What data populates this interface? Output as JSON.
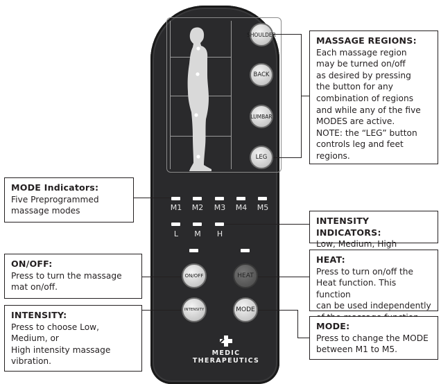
{
  "remote": {
    "buttons": {
      "shoulder": "SHOULDER",
      "back": "BACK",
      "lumbar": "LUMBAR",
      "leg": "LEG",
      "onoff": "ON/OFF",
      "heat": "HEAT",
      "intensity": "INTENSITY",
      "mode": "MODE"
    },
    "mode_labels": [
      "M1",
      "M2",
      "M3",
      "M4",
      "M5"
    ],
    "intensity_labels": [
      "L",
      "M",
      "H"
    ],
    "logo": {
      "line1": "MEDIC",
      "line2": "THERAPEUTICS"
    }
  },
  "callouts": {
    "massage_regions": {
      "title": "MASSAGE REGIONS:",
      "lines": [
        "Each massage region",
        "may be turned on/off",
        "as desired by pressing",
        "the button for any",
        "combination of regions",
        "and while any of the five",
        "MODES are active.",
        "NOTE: the “LEG” button",
        "controls leg and feet",
        "regions."
      ]
    },
    "mode_indicators": {
      "title": "MODE Indicators:",
      "lines": [
        "Five Preprogrammed",
        "massage modes"
      ]
    },
    "intensity_indicators": {
      "title": "INTENSITY INDICATORS:",
      "lines": [
        "Low, Medium, High"
      ]
    },
    "onoff": {
      "title": "ON/OFF:",
      "lines": [
        "Press to turn the massage",
        "mat on/off."
      ]
    },
    "heat": {
      "title": "HEAT:",
      "lines": [
        "Press to turn on/off the",
        "Heat function. This function",
        "can be used independently",
        "of the massage function."
      ]
    },
    "intensity": {
      "title": "INTENSITY:",
      "lines": [
        "Press to choose Low,",
        "Medium, or",
        "High intensity massage",
        "vibration."
      ]
    },
    "mode": {
      "title": "MODE:",
      "lines": [
        "Press to change the MODE",
        "between M1 to M5."
      ]
    }
  }
}
